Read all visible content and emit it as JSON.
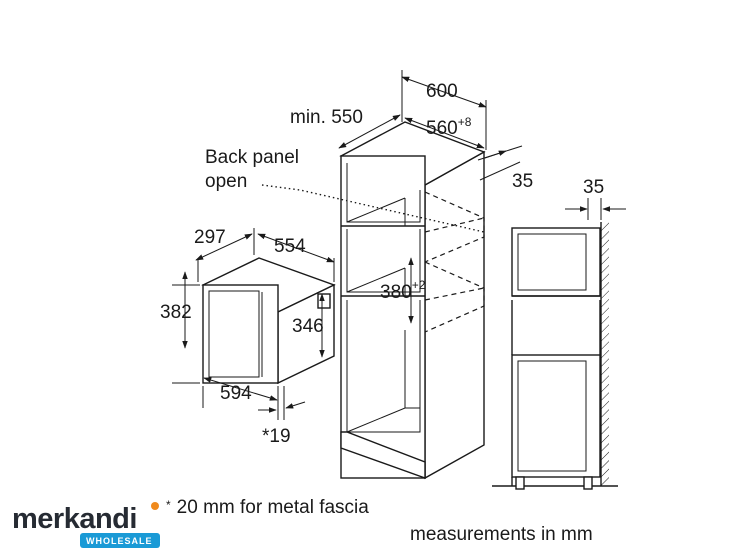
{
  "dimensions": {
    "cabinet_width": "600",
    "min_depth_prefix": "min.",
    "min_depth": "550",
    "niche_width": "560",
    "niche_width_tol": "+8",
    "side_offset": "35",
    "back_panel_line1": "Back panel",
    "back_panel_line2": "open",
    "niche_height": "380",
    "niche_height_tol": "+2",
    "device_depth": "297",
    "device_width_top": "554",
    "device_height": "382",
    "device_inner_height": "346",
    "device_width_bottom": "594",
    "fascia_depth": "*19",
    "wall_gap": "35"
  },
  "footnote": {
    "marker": "*",
    "text": "20 mm for metal fascia"
  },
  "units_note": "measurements in mm",
  "logo": {
    "brand_dark": "merkand",
    "brand_i": "i",
    "badge": "WHOLESALE",
    "colors": {
      "dark": "#262b33",
      "orange": "#f08a1c",
      "blue": "#1a9ad6"
    }
  }
}
